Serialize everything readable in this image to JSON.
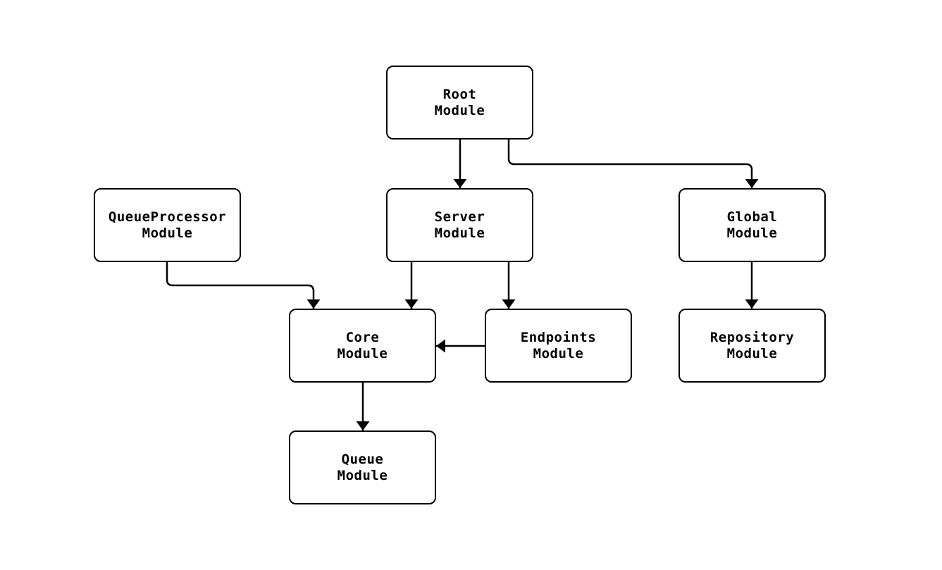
{
  "diagram": {
    "type": "flowchart",
    "colors": {
      "background": "#ffffff",
      "node_fill": "#ffffff",
      "node_border": "#000000",
      "edge": "#000000",
      "text": "#000000"
    },
    "nodes": [
      {
        "id": "root",
        "label": "Root\nModule"
      },
      {
        "id": "queueprocessor",
        "label": "QueueProcessor\nModule"
      },
      {
        "id": "server",
        "label": "Server\nModule"
      },
      {
        "id": "global",
        "label": "Global\nModule"
      },
      {
        "id": "core",
        "label": "Core\nModule"
      },
      {
        "id": "endpoints",
        "label": "Endpoints\nModule"
      },
      {
        "id": "repository",
        "label": "Repository\nModule"
      },
      {
        "id": "queue",
        "label": "Queue\nModule"
      }
    ],
    "edges": [
      {
        "from": "root",
        "to": "server"
      },
      {
        "from": "root",
        "to": "global"
      },
      {
        "from": "queueprocessor",
        "to": "core"
      },
      {
        "from": "server",
        "to": "core"
      },
      {
        "from": "server",
        "to": "endpoints"
      },
      {
        "from": "endpoints",
        "to": "core"
      },
      {
        "from": "global",
        "to": "repository"
      },
      {
        "from": "core",
        "to": "queue"
      }
    ]
  }
}
